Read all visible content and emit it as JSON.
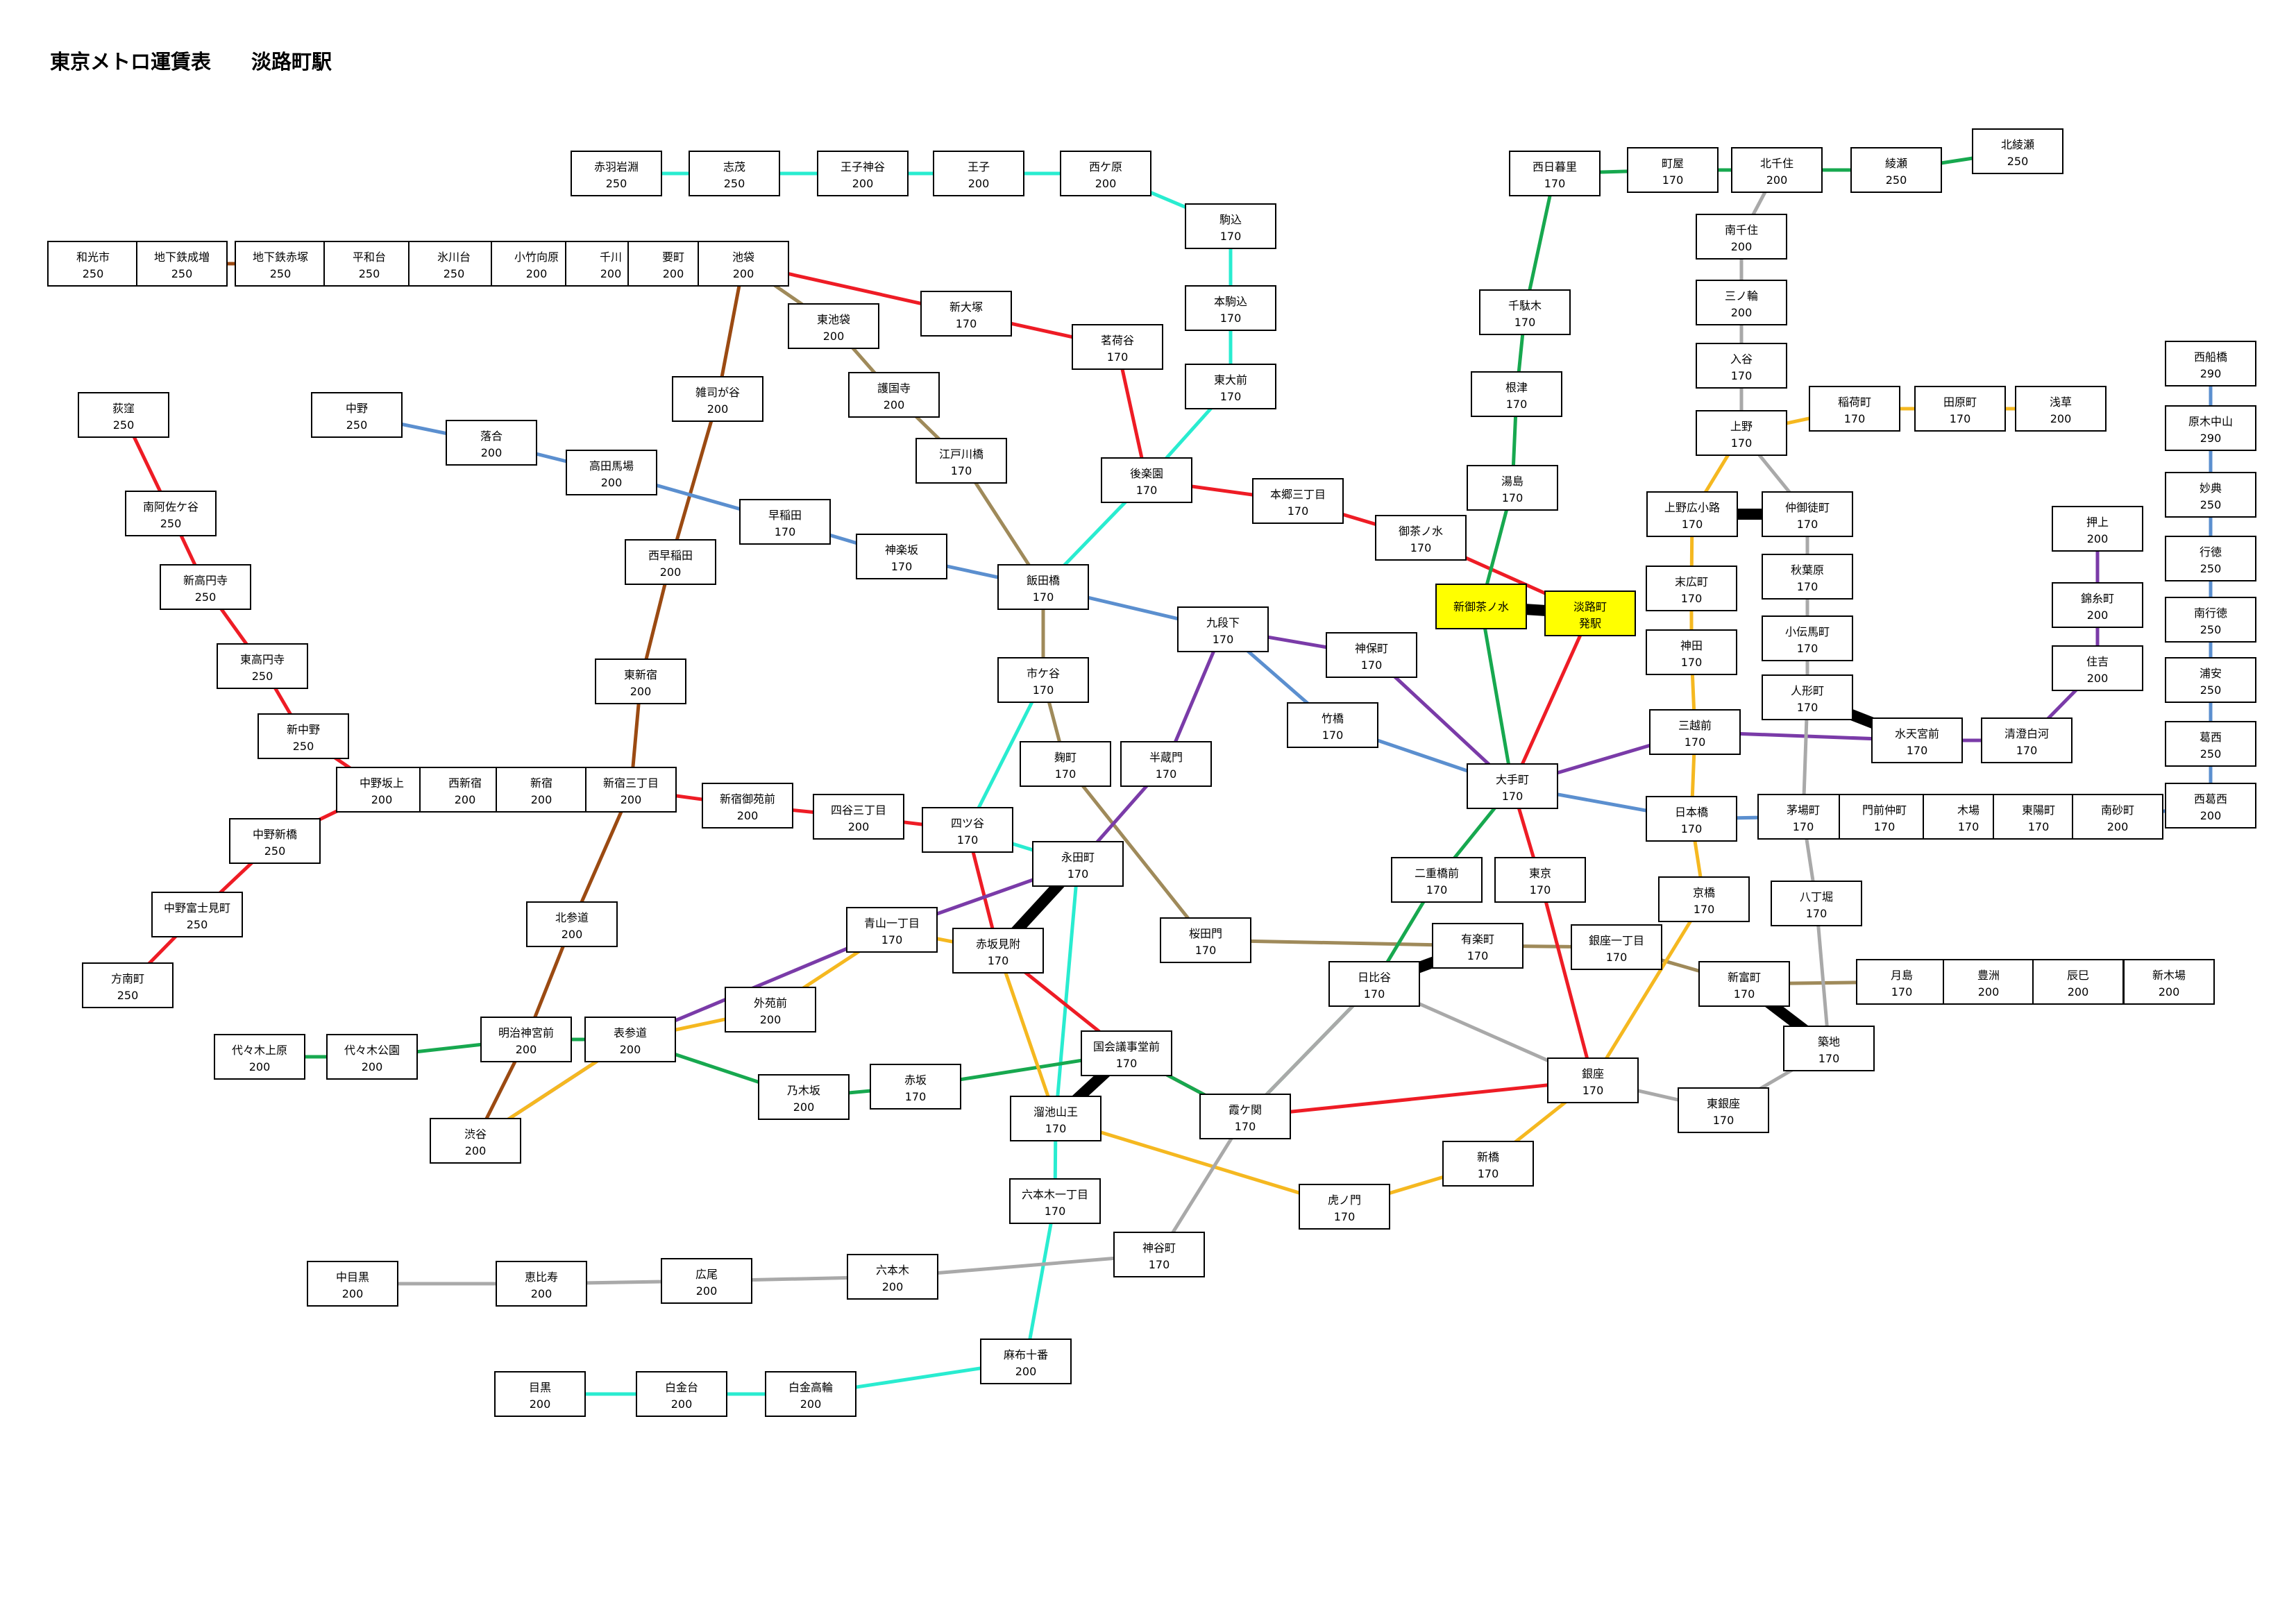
{
  "title": "東京メトロ運賃表　　淡路町駅",
  "colors": {
    "red": "#ee1c25",
    "green": "#17a84f",
    "brown": "#9b4a12",
    "tan": "#9f8a5a",
    "aqua": "#29ecd0",
    "blue": "#5b8fcf",
    "purple": "#7a3ba8",
    "yellow": "#f5b820",
    "gray": "#a9a9a9",
    "transfer": "#000000",
    "highlight": "#ffff00"
  },
  "stations": [
    {
      "id": "akabane",
      "name": "赤羽岩淵",
      "fare": "250"
    },
    {
      "id": "shimo",
      "name": "志茂",
      "fare": "250"
    },
    {
      "id": "ojikamiya",
      "name": "王子神谷",
      "fare": "200"
    },
    {
      "id": "oji",
      "name": "王子",
      "fare": "200"
    },
    {
      "id": "nishigahara",
      "name": "西ケ原",
      "fare": "200"
    },
    {
      "id": "komagome",
      "name": "駒込",
      "fare": "170"
    },
    {
      "id": "honkomagome",
      "name": "本駒込",
      "fare": "170"
    },
    {
      "id": "todaimae",
      "name": "東大前",
      "fare": "170"
    },
    {
      "id": "wakoshi",
      "name": "和光市",
      "fare": "250"
    },
    {
      "id": "chikanarimasu",
      "name": "地下鉄成増",
      "fare": "250"
    },
    {
      "id": "chikaakatsuka",
      "name": "地下鉄赤塚",
      "fare": "250"
    },
    {
      "id": "heiwadai",
      "name": "平和台",
      "fare": "250"
    },
    {
      "id": "hikawadai",
      "name": "氷川台",
      "fare": "250"
    },
    {
      "id": "kotakemukaihara",
      "name": "小竹向原",
      "fare": "200"
    },
    {
      "id": "senkawa",
      "name": "千川",
      "fare": "200"
    },
    {
      "id": "kanamecho",
      "name": "要町",
      "fare": "200"
    },
    {
      "id": "ikebukuro",
      "name": "池袋",
      "fare": "200"
    },
    {
      "id": "higashiikebukuro",
      "name": "東池袋",
      "fare": "200"
    },
    {
      "id": "shinotsuka",
      "name": "新大塚",
      "fare": "170"
    },
    {
      "id": "myogadani",
      "name": "茗荷谷",
      "fare": "170"
    },
    {
      "id": "gokokuji",
      "name": "護国寺",
      "fare": "200"
    },
    {
      "id": "zoshigaya",
      "name": "雑司が谷",
      "fare": "200"
    },
    {
      "id": "edogawabashi",
      "name": "江戸川橋",
      "fare": "170"
    },
    {
      "id": "korakuen",
      "name": "後楽園",
      "fare": "170"
    },
    {
      "id": "hongosanchome",
      "name": "本郷三丁目",
      "fare": "170"
    },
    {
      "id": "ochanomizu",
      "name": "御茶ノ水",
      "fare": "170"
    },
    {
      "id": "ogikubo",
      "name": "荻窪",
      "fare": "250"
    },
    {
      "id": "nakano",
      "name": "中野",
      "fare": "250"
    },
    {
      "id": "ochiai",
      "name": "落合",
      "fare": "200"
    },
    {
      "id": "takadanobaba",
      "name": "高田馬場",
      "fare": "200"
    },
    {
      "id": "waseda",
      "name": "早稲田",
      "fare": "170"
    },
    {
      "id": "kagurazaka",
      "name": "神楽坂",
      "fare": "170"
    },
    {
      "id": "iidabashi",
      "name": "飯田橋",
      "fare": "170"
    },
    {
      "id": "minamiasagaya",
      "name": "南阿佐ケ谷",
      "fare": "250"
    },
    {
      "id": "shinkoenji",
      "name": "新高円寺",
      "fare": "250"
    },
    {
      "id": "higashikoenji",
      "name": "東高円寺",
      "fare": "250"
    },
    {
      "id": "shinnakano",
      "name": "新中野",
      "fare": "250"
    },
    {
      "id": "nakanoshinbashi",
      "name": "中野新橋",
      "fare": "250"
    },
    {
      "id": "nakanofujimicho",
      "name": "中野富士見町",
      "fare": "250"
    },
    {
      "id": "honancho",
      "name": "方南町",
      "fare": "250"
    },
    {
      "id": "nakanosakaue",
      "name": "中野坂上",
      "fare": "200"
    },
    {
      "id": "nishishinjuku",
      "name": "西新宿",
      "fare": "200"
    },
    {
      "id": "shinjuku",
      "name": "新宿",
      "fare": "200"
    },
    {
      "id": "shinjukusanchome",
      "name": "新宿三丁目",
      "fare": "200"
    },
    {
      "id": "shinjukugyoenmae",
      "name": "新宿御苑前",
      "fare": "200"
    },
    {
      "id": "yotsuyasanchome",
      "name": "四谷三丁目",
      "fare": "200"
    },
    {
      "id": "nishiwaseda",
      "name": "西早稲田",
      "fare": "200"
    },
    {
      "id": "higashishinjuku",
      "name": "東新宿",
      "fare": "200"
    },
    {
      "id": "kitasando",
      "name": "北参道",
      "fare": "200"
    },
    {
      "id": "meijijingumae",
      "name": "明治神宮前",
      "fare": "200"
    },
    {
      "id": "yoyogiuehara",
      "name": "代々木上原",
      "fare": "200"
    },
    {
      "id": "yoyogikoen",
      "name": "代々木公園",
      "fare": "200"
    },
    {
      "id": "omotesando",
      "name": "表参道",
      "fare": "200"
    },
    {
      "id": "shibuya",
      "name": "渋谷",
      "fare": "200"
    },
    {
      "id": "gaienmae",
      "name": "外苑前",
      "fare": "200"
    },
    {
      "id": "aoyamaitchome",
      "name": "青山一丁目",
      "fare": "170"
    },
    {
      "id": "nogizaka",
      "name": "乃木坂",
      "fare": "200"
    },
    {
      "id": "akasaka",
      "name": "赤坂",
      "fare": "170"
    },
    {
      "id": "ichigaya",
      "name": "市ケ谷",
      "fare": "170"
    },
    {
      "id": "kojimachi",
      "name": "麹町",
      "fare": "170"
    },
    {
      "id": "hanzomon",
      "name": "半蔵門",
      "fare": "170"
    },
    {
      "id": "yotsuya",
      "name": "四ツ谷",
      "fare": "170"
    },
    {
      "id": "nagatacho",
      "name": "永田町",
      "fare": "170"
    },
    {
      "id": "akasakamitsuke",
      "name": "赤坂見附",
      "fare": "170"
    },
    {
      "id": "sakuradamon",
      "name": "桜田門",
      "fare": "170"
    },
    {
      "id": "kokkaigijidomae",
      "name": "国会議事堂前",
      "fare": "170"
    },
    {
      "id": "tameikesanno",
      "name": "溜池山王",
      "fare": "170"
    },
    {
      "id": "kasumigaseki",
      "name": "霞ケ関",
      "fare": "170"
    },
    {
      "id": "roppongiitchome",
      "name": "六本木一丁目",
      "fare": "170"
    },
    {
      "id": "toranomon",
      "name": "虎ノ門",
      "fare": "170"
    },
    {
      "id": "kamiyacho",
      "name": "神谷町",
      "fare": "170"
    },
    {
      "id": "nakameguro",
      "name": "中目黒",
      "fare": "200"
    },
    {
      "id": "ebisu",
      "name": "恵比寿",
      "fare": "200"
    },
    {
      "id": "hiroo",
      "name": "広尾",
      "fare": "200"
    },
    {
      "id": "roppongi",
      "name": "六本木",
      "fare": "200"
    },
    {
      "id": "azabujuban",
      "name": "麻布十番",
      "fare": "200"
    },
    {
      "id": "meguro",
      "name": "目黒",
      "fare": "200"
    },
    {
      "id": "shirokanedai",
      "name": "白金台",
      "fare": "200"
    },
    {
      "id": "shirokanetakanawa",
      "name": "白金高輪",
      "fare": "200"
    },
    {
      "id": "kudanshita",
      "name": "九段下",
      "fare": "170"
    },
    {
      "id": "jimbocho",
      "name": "神保町",
      "fare": "170"
    },
    {
      "id": "takebashi",
      "name": "竹橋",
      "fare": "170"
    },
    {
      "id": "otemachi",
      "name": "大手町",
      "fare": "170"
    },
    {
      "id": "nijubashimae",
      "name": "二重橋前",
      "fare": "170"
    },
    {
      "id": "tokyo",
      "name": "東京",
      "fare": "170"
    },
    {
      "id": "hibiya",
      "name": "日比谷",
      "fare": "170"
    },
    {
      "id": "yurakucho",
      "name": "有楽町",
      "fare": "170"
    },
    {
      "id": "ginzaitchome",
      "name": "銀座一丁目",
      "fare": "170"
    },
    {
      "id": "ginza",
      "name": "銀座",
      "fare": "170"
    },
    {
      "id": "shinbashi",
      "name": "新橋",
      "fare": "170"
    },
    {
      "id": "higashiginza",
      "name": "東銀座",
      "fare": "170"
    },
    {
      "id": "nishinippori",
      "name": "西日暮里",
      "fare": "170"
    },
    {
      "id": "machiya",
      "name": "町屋",
      "fare": "170"
    },
    {
      "id": "kitasenju",
      "name": "北千住",
      "fare": "200"
    },
    {
      "id": "ayase",
      "name": "綾瀬",
      "fare": "250"
    },
    {
      "id": "kitaayase",
      "name": "北綾瀬",
      "fare": "250"
    },
    {
      "id": "minamisenju",
      "name": "南千住",
      "fare": "200"
    },
    {
      "id": "minowa",
      "name": "三ノ輪",
      "fare": "200"
    },
    {
      "id": "iriya",
      "name": "入谷",
      "fare": "170"
    },
    {
      "id": "ueno",
      "name": "上野",
      "fare": "170"
    },
    {
      "id": "inaricho",
      "name": "稲荷町",
      "fare": "170"
    },
    {
      "id": "tawaramachi",
      "name": "田原町",
      "fare": "170"
    },
    {
      "id": "asakusa",
      "name": "浅草",
      "fare": "200"
    },
    {
      "id": "sendagi",
      "name": "千駄木",
      "fare": "170"
    },
    {
      "id": "nezu",
      "name": "根津",
      "fare": "170"
    },
    {
      "id": "yushima",
      "name": "湯島",
      "fare": "170"
    },
    {
      "id": "shinochanomizu",
      "name": "新御茶ノ水",
      "fare": "",
      "hl": true
    },
    {
      "id": "awajicho",
      "name": "淡路町",
      "fare": "発駅",
      "hl": true
    },
    {
      "id": "uenohirokoji",
      "name": "上野広小路",
      "fare": "170"
    },
    {
      "id": "nakaokachimachi",
      "name": "仲御徒町",
      "fare": "170"
    },
    {
      "id": "suehirocho",
      "name": "末広町",
      "fare": "170"
    },
    {
      "id": "akihabara",
      "name": "秋葉原",
      "fare": "170"
    },
    {
      "id": "kanda",
      "name": "神田",
      "fare": "170"
    },
    {
      "id": "kodemmacho",
      "name": "小伝馬町",
      "fare": "170"
    },
    {
      "id": "ningyocho",
      "name": "人形町",
      "fare": "170"
    },
    {
      "id": "mitsukoshimae",
      "name": "三越前",
      "fare": "170"
    },
    {
      "id": "suitengumae",
      "name": "水天宮前",
      "fare": "170"
    },
    {
      "id": "kiyosumishirakawa",
      "name": "清澄白河",
      "fare": "170"
    },
    {
      "id": "sumiyoshi",
      "name": "住吉",
      "fare": "200"
    },
    {
      "id": "kinshicho",
      "name": "錦糸町",
      "fare": "200"
    },
    {
      "id": "oshiage",
      "name": "押上",
      "fare": "200"
    },
    {
      "id": "nihombashi",
      "name": "日本橋",
      "fare": "170"
    },
    {
      "id": "kayabacho",
      "name": "茅場町",
      "fare": "170"
    },
    {
      "id": "monzennakacho",
      "name": "門前仲町",
      "fare": "170"
    },
    {
      "id": "kiba",
      "name": "木場",
      "fare": "170"
    },
    {
      "id": "toyocho",
      "name": "東陽町",
      "fare": "170"
    },
    {
      "id": "minamisunamachi",
      "name": "南砂町",
      "fare": "200"
    },
    {
      "id": "nishikasai",
      "name": "西葛西",
      "fare": "200"
    },
    {
      "id": "kasai",
      "name": "葛西",
      "fare": "250"
    },
    {
      "id": "urayasu",
      "name": "浦安",
      "fare": "250"
    },
    {
      "id": "minamigyotoku",
      "name": "南行徳",
      "fare": "250"
    },
    {
      "id": "gyotoku",
      "name": "行徳",
      "fare": "250"
    },
    {
      "id": "myoden",
      "name": "妙典",
      "fare": "250"
    },
    {
      "id": "barakinakayama",
      "name": "原木中山",
      "fare": "290"
    },
    {
      "id": "nishifunabashi",
      "name": "西船橋",
      "fare": "290"
    },
    {
      "id": "kyobashi",
      "name": "京橋",
      "fare": "170"
    },
    {
      "id": "hatchobori",
      "name": "八丁堀",
      "fare": "170"
    },
    {
      "id": "shintomicho",
      "name": "新富町",
      "fare": "170"
    },
    {
      "id": "tsukiji",
      "name": "築地",
      "fare": "170"
    },
    {
      "id": "tsukishima",
      "name": "月島",
      "fare": "170"
    },
    {
      "id": "toyosu",
      "name": "豊洲",
      "fare": "200"
    },
    {
      "id": "tatsumi",
      "name": "辰巳",
      "fare": "200"
    },
    {
      "id": "shinkiba",
      "name": "新木場",
      "fare": "200"
    }
  ]
}
